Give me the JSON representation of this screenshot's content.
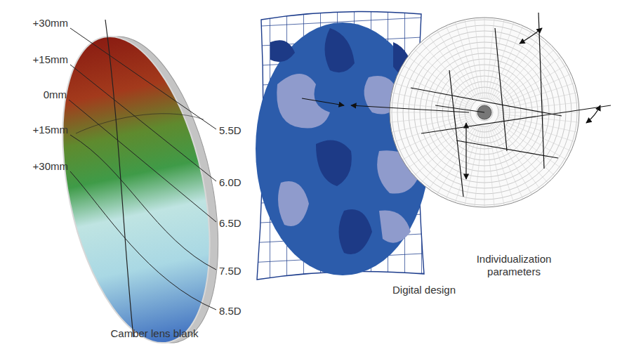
{
  "diagram": {
    "labels": [
      "+30mm",
      "+15mm",
      "0mm",
      "+15mm",
      "+30mm",
      "5.5D",
      "6.0D",
      "6.5D",
      "7.5D",
      "8.5D",
      "Camber lens blank",
      "Digital design",
      "Individualization parameters"
    ]
  }
}
